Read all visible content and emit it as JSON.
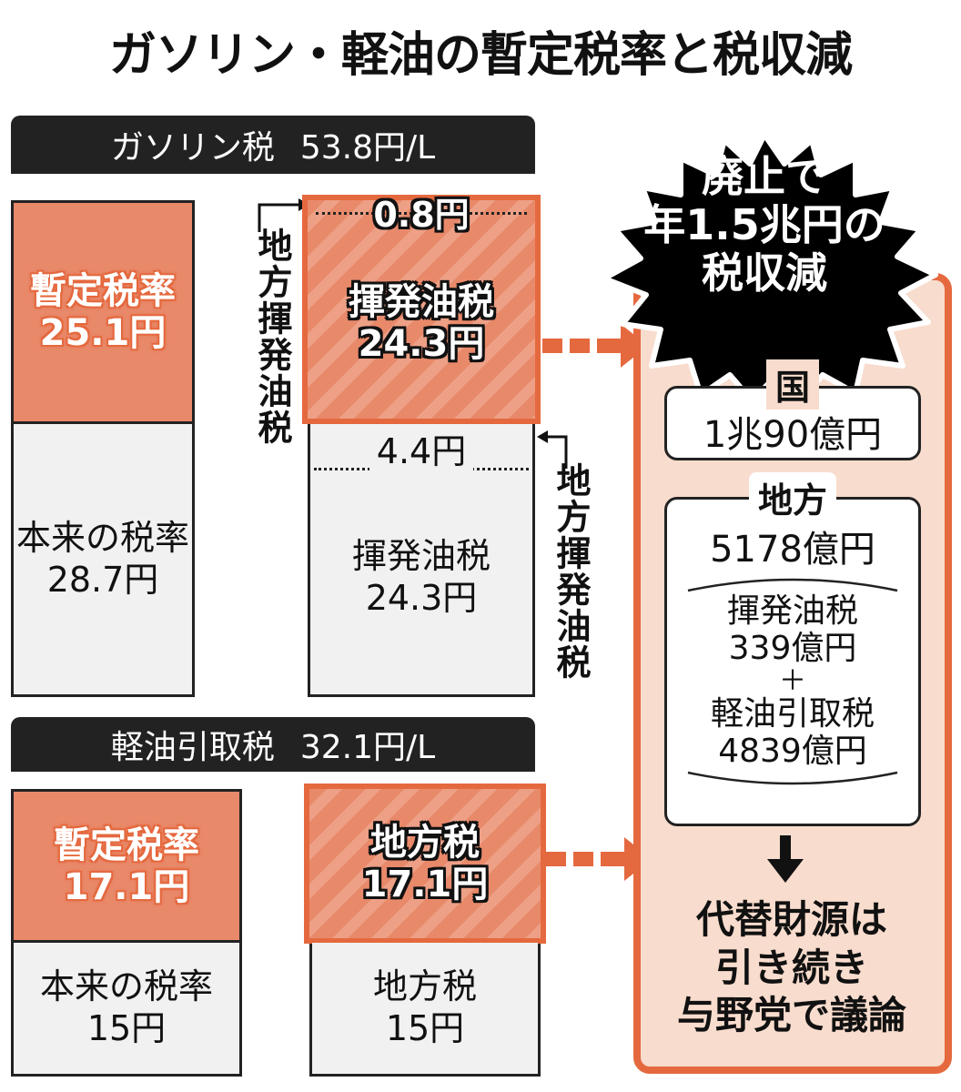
{
  "title": "ガソリン・軽油の暫定税率と税収減",
  "gasoline": {
    "header_name": "ガソリン税",
    "header_value": "53.8円/L",
    "left_bar": {
      "provisional_label": "暫定税率",
      "provisional_value": "25.1円",
      "original_label": "本来の税率",
      "original_value": "28.7円"
    },
    "right_bar": {
      "top_local_value": "0.8円",
      "provisional_label": "揮発油税",
      "provisional_value": "24.3円",
      "bottom_local_value": "4.4円",
      "original_label": "揮発油税",
      "original_value": "24.3円"
    },
    "side_label_left": "地方揮発油税",
    "side_label_right": "地方揮発油税"
  },
  "diesel": {
    "header_name": "軽油引取税",
    "header_value": "32.1円/L",
    "left_bar": {
      "provisional_label": "暫定税率",
      "provisional_value": "17.1円",
      "original_label": "本来の税率",
      "original_value": "15円"
    },
    "right_bar": {
      "provisional_label": "地方税",
      "provisional_value": "17.1円",
      "original_label": "地方税",
      "original_value": "15円"
    }
  },
  "burst": {
    "line1": "廃止で",
    "line2": "年1.5兆円の",
    "line3": "税収減"
  },
  "panel": {
    "national": {
      "tag": "国",
      "value": "1兆90億円"
    },
    "local": {
      "tag": "地方",
      "value": "5178億円",
      "item1_label": "揮発油税",
      "item1_value": "339億円",
      "plus": "＋",
      "item2_label": "軽油引取税",
      "item2_value": "4839億円"
    },
    "conclusion_line1": "代替財源は",
    "conclusion_line2": "引き続き",
    "conclusion_line3": "与野党で議論"
  },
  "colors": {
    "accent": "#e5693f",
    "orange_fill": "#e8896a",
    "panel_bg": "#f8dccd",
    "gray_fill": "#f1f1f1",
    "header_bg": "#222222"
  }
}
